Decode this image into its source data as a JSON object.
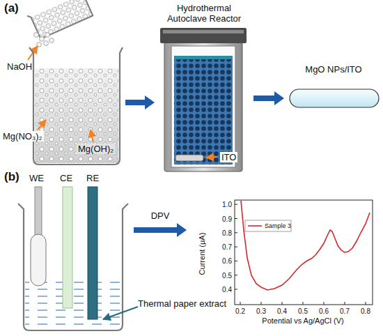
{
  "diagram": {
    "nodes": [
      {
        "text": [
          "Mg(NO₃)₂",
          "Mg(OH)₂"
        ]
      },
      {
        "text": [
          "Hydrothermal Autoclave Reactor",
          "ITO"
        ]
      },
      {
        "text": [
          "MgO NPs/ITO"
        ]
      },
      {
        "text": [
          "WE",
          "CE",
          "RE"
        ]
      },
      {
        "text": [
          "Current (μA)",
          "Potential vs Ag/AgCl (V)"
        ]
      }
    ],
    "edges": [
      {
        "from": 0,
        "to": 1,
        "arrow": "to"
      },
      {
        "from": 1,
        "to": 2,
        "arrow": "to"
      },
      {
        "from": 3,
        "to": 4,
        "label": "DPV",
        "arrow": "to"
      }
    ],
    "labels": [
      "(a)",
      "NaOH",
      "(b)",
      "Thermal paper extract",
      "0.4",
      "0.5",
      "0.6",
      "0.7",
      "0.8",
      "0.9",
      "1.0",
      "0.2",
      "0.3",
      "0.4",
      "0.5",
      "0.6",
      "0.7",
      "0.8"
    ],
    "legend": [
      {
        "text": "Sample 3"
      }
    ]
  }
}
